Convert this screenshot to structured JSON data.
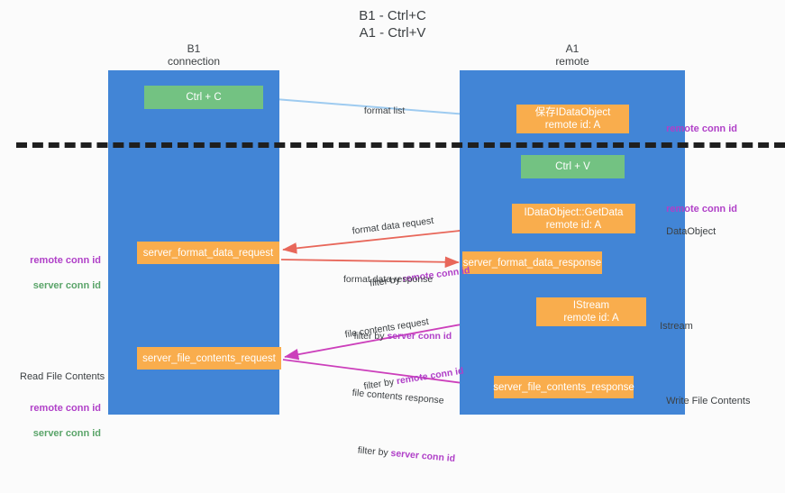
{
  "title": "B1 - Ctrl+C\nA1 - Ctrl+V",
  "columns": {
    "left": {
      "header": "B1\nconnection"
    },
    "right": {
      "header": "A1\nremote"
    }
  },
  "nodes": {
    "ctrl_c": "Ctrl + C",
    "idataobject": "保存IDataObject\nremote id: A",
    "ctrl_v": "Ctrl + V",
    "getdata": "IDataObject::GetData\nremote id: A",
    "server_format_data_request": "server_format_data_request",
    "server_format_data_response": "server_format_data_response",
    "istream": "IStream\nremote id: A",
    "server_file_contents_request": "server_file_contents_request",
    "server_file_contents_response": "server_file_contents_response"
  },
  "flows": {
    "format_list": "format list",
    "format_data_request": "format data request",
    "format_data_request_filter_prefix": "filter by ",
    "format_data_request_filter_key": "remote conn id",
    "format_data_response": "format data response",
    "format_data_response_filter_prefix": "filter by ",
    "format_data_response_filter_key": "server conn id",
    "file_contents_request": "file contents request",
    "file_contents_request_filter_prefix": "filter by ",
    "file_contents_request_filter_key": "remote conn id",
    "file_contents_response": "file contents response",
    "file_contents_response_filter_prefix": "filter by ",
    "file_contents_response_filter_key": "server conn id"
  },
  "annotations": {
    "remote_conn_id": "remote conn id",
    "server_conn_id": "server conn id",
    "dataobject": "DataObject",
    "istream": "Istream",
    "read_file_contents": "Read File Contents",
    "write_file_contents": "Write File Contents"
  },
  "colors": {
    "lane": "#4285d6",
    "green_node": "#73c282",
    "orange_node": "#f9ad4d",
    "purple_text": "#b040c8",
    "green_text": "#5aa469",
    "arrow_blue": "#9ecbf0",
    "arrow_red": "#e8675a",
    "arrow_magenta": "#cc3fbb",
    "arrow_black": "#1f1f1f",
    "background": "#fbfbfb"
  }
}
